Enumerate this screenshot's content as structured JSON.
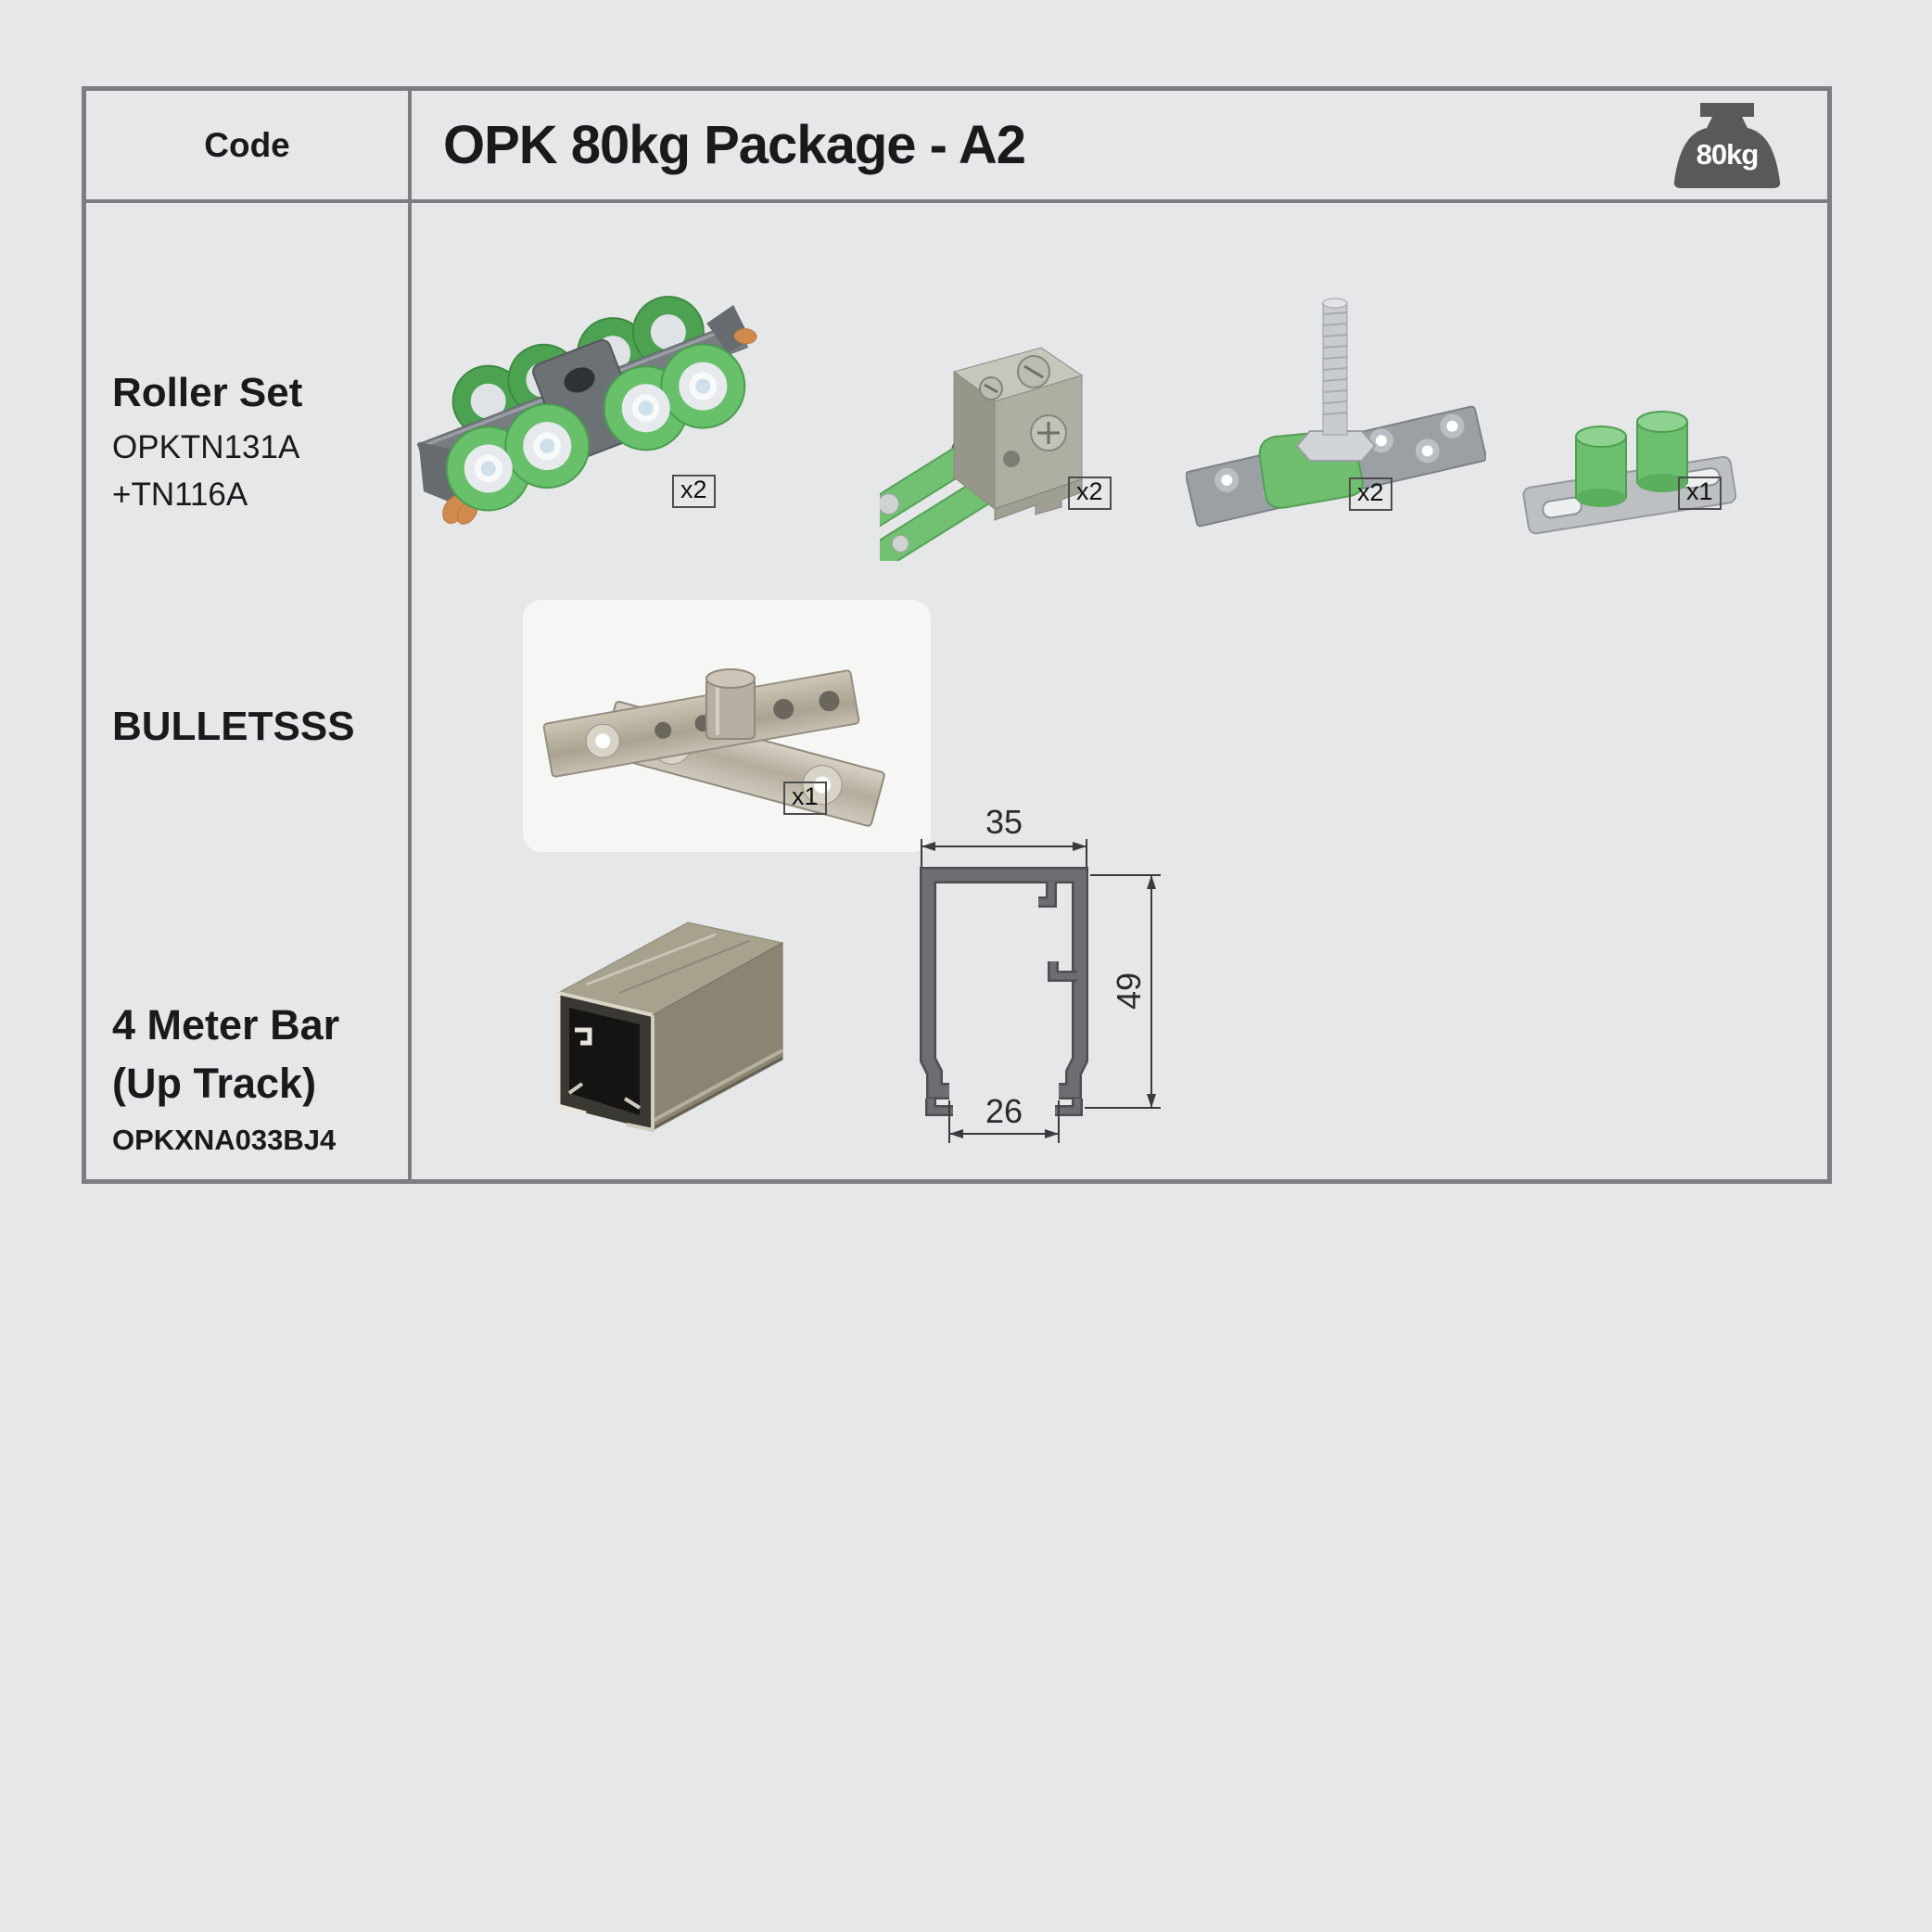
{
  "document": {
    "background_color": "#e6e7e8",
    "table_border_color": "#7b7d80",
    "accent_green": "#68c06a",
    "badge_color": "#58595b",
    "drawing_line_color": "#3b3b3b",
    "profile_fill_color": "#6d6e71"
  },
  "header": {
    "code_label": "Code",
    "title": "OPK 80kg Package - A2",
    "weight_badge": "80kg"
  },
  "rows": [
    {
      "label": "Roller Set",
      "codes": [
        "OPKTN131A",
        "+TN116A"
      ],
      "products": [
        {
          "name": "roller-carriage",
          "qty": "x2"
        },
        {
          "name": "door-stopper-bracket",
          "qty": "x2"
        },
        {
          "name": "hanger-plate-with-bolt",
          "qty": "x2"
        },
        {
          "name": "floor-guide",
          "qty": "x1"
        }
      ]
    },
    {
      "label": "BULLETSSS",
      "products": [
        {
          "name": "pivot-hinge-set",
          "qty": "x1"
        }
      ]
    },
    {
      "label": "4 Meter Bar",
      "label_line2": "(Up Track)",
      "code": "OPKXNA033BJ4",
      "drawing_dimensions": {
        "top_width": "35",
        "height": "49",
        "bottom_width": "26"
      }
    }
  ]
}
